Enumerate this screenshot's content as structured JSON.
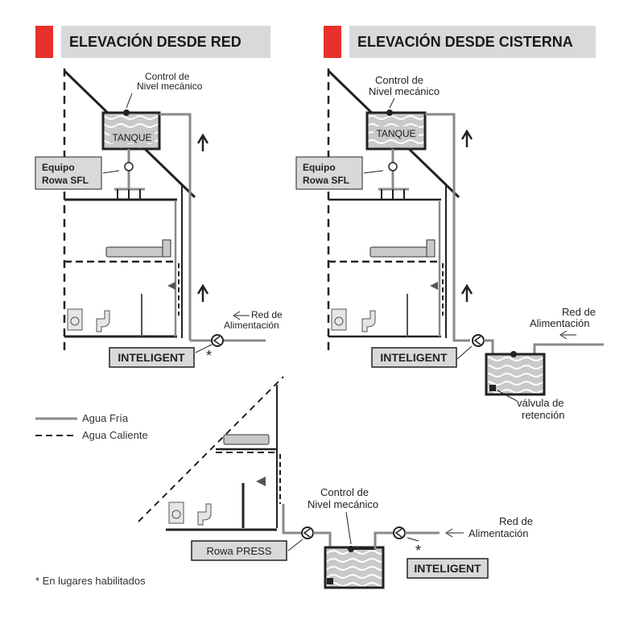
{
  "headers": {
    "red": "ELEVACIÓN DESDE RED",
    "cisterna": "ELEVACIÓN DESDE CISTERNA"
  },
  "labels": {
    "control_nivel_1": "Control de",
    "control_nivel_2": "Nivel mecánico",
    "tanque": "TANQUE",
    "equipo_1": "Equipo",
    "equipo_2": "Rowa SFL",
    "red_alim_1": "Red de",
    "red_alim_2": "Alimentación",
    "inteligent": "INTELIGENT",
    "asterisk": "*",
    "valvula_1": "válvula de",
    "valvula_2": "retención",
    "rowa_press": "Rowa PRESS"
  },
  "legend": {
    "agua_fria": "Agua Fría",
    "agua_caliente": "Agua Caliente"
  },
  "footnote": "* En lugares habilitados",
  "colors": {
    "accent_red": "#e8312a",
    "header_bg": "#d9d9d9",
    "pipe_gray": "#8a8a8a",
    "water_gray": "#c9c9c9",
    "line_dark": "#222222"
  }
}
